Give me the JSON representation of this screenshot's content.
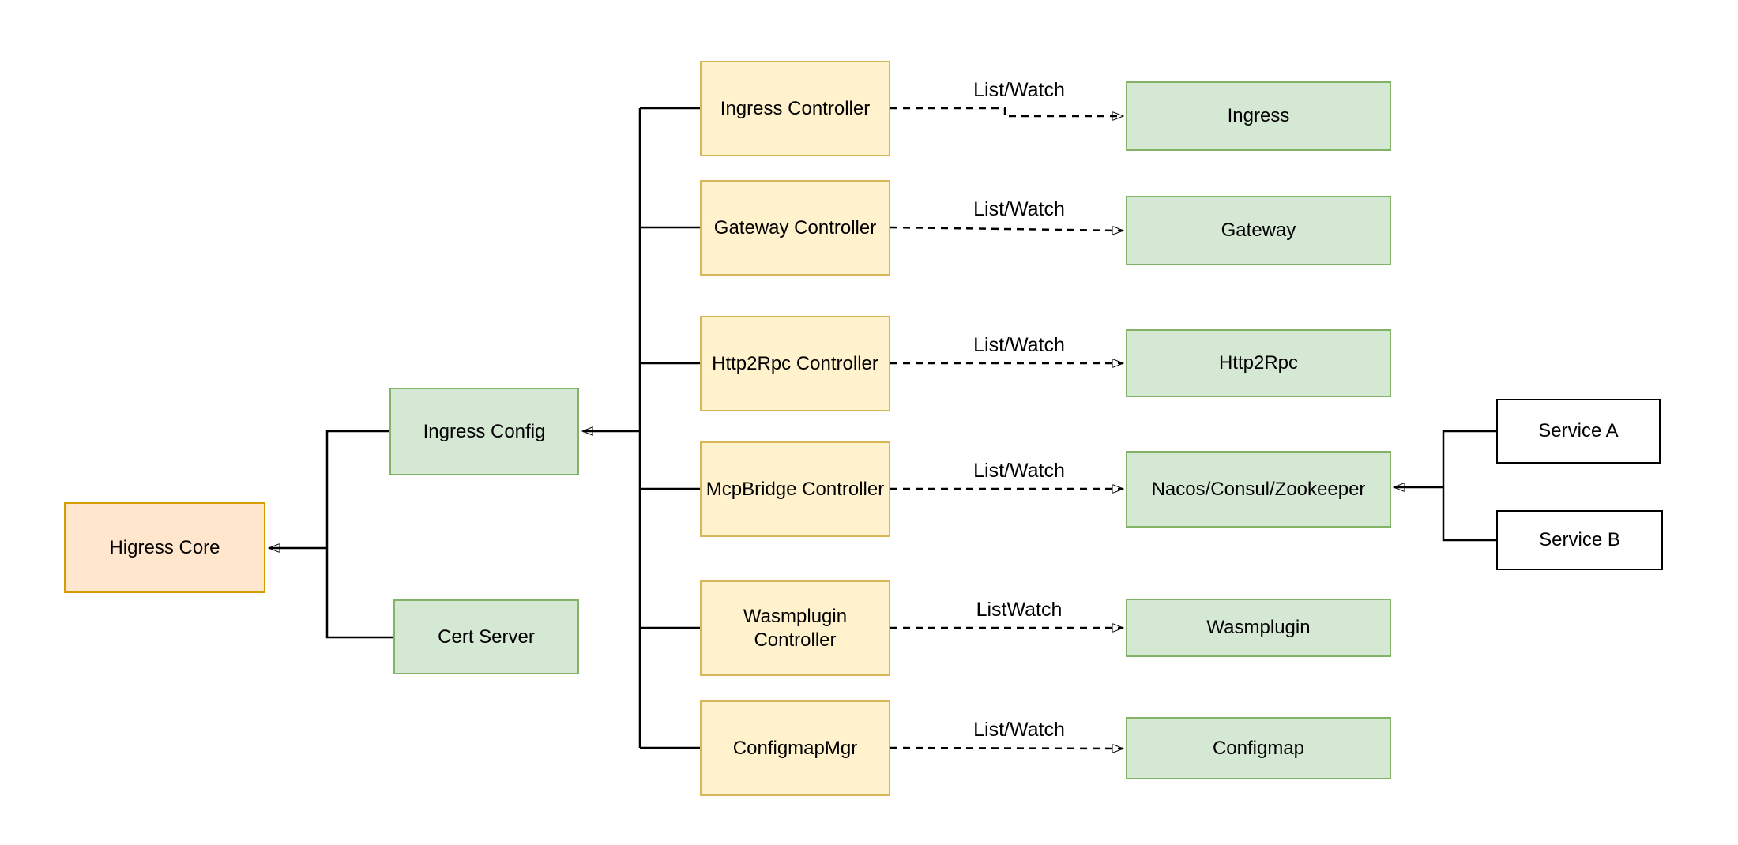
{
  "nodes": {
    "higress_core": {
      "label": "Higress Core"
    },
    "ingress_config": {
      "label": "Ingress Config"
    },
    "cert_server": {
      "label": "Cert Server"
    },
    "ingress_controller": {
      "label": "Ingress Controller"
    },
    "gateway_controller": {
      "label": "Gateway Controller"
    },
    "http2rpc_controller": {
      "label": "Http2Rpc Controller"
    },
    "mcpbridge_controller": {
      "label": "McpBridge Controller"
    },
    "wasmplugin_controller": {
      "label": "Wasmplugin Controller"
    },
    "configmap_mgr": {
      "label": "ConfigmapMgr"
    },
    "ingress_resource": {
      "label": "Ingress"
    },
    "gateway_resource": {
      "label": "Gateway"
    },
    "http2rpc_resource": {
      "label": "Http2Rpc"
    },
    "registry": {
      "label": "Nacos/Consul/Zookeeper"
    },
    "wasmplugin_resource": {
      "label": "Wasmplugin"
    },
    "configmap_resource": {
      "label": "Configmap"
    },
    "service_a": {
      "label": "Service A"
    },
    "service_b": {
      "label": "Service B"
    }
  },
  "edges": {
    "ingress": {
      "label": "List/Watch"
    },
    "gateway": {
      "label": "List/Watch"
    },
    "http2rpc": {
      "label": "List/Watch"
    },
    "mcpbridge": {
      "label": "List/Watch"
    },
    "wasmplugin": {
      "label": "ListWatch"
    },
    "configmap": {
      "label": "List/Watch"
    }
  },
  "palette": {
    "core_fill": "#FFE6CC",
    "core_border": "#D79B00",
    "controller_fill": "#FFF2CC",
    "controller_border": "#D6B656",
    "resource_fill": "#D5E8D4",
    "resource_border": "#82B366",
    "service_fill": "#FFFFFF",
    "service_border": "#000000",
    "line_color": "#000000",
    "background": "#FFFFFF"
  }
}
